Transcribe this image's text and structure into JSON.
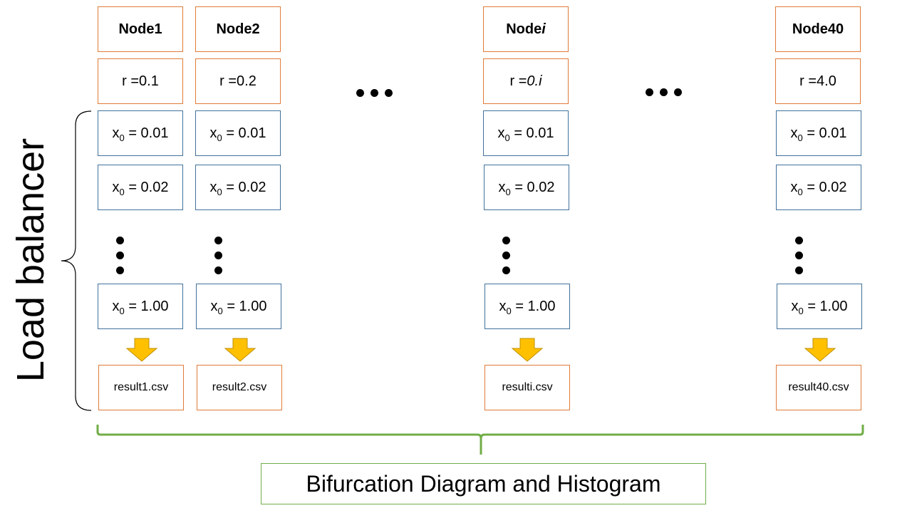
{
  "side_label": "Load balancer",
  "ellipsis_horizontal": "• • •",
  "nodes": [
    {
      "header_prefix": "Node ",
      "header_var": "1",
      "r_prefix": "r = ",
      "r_value": "0.1",
      "x0_first": "= 0.01",
      "x0_second": "= 0.02",
      "x0_last": "= 1.00",
      "result_file": "result1.csv"
    },
    {
      "header_prefix": "Node ",
      "header_var": "2",
      "r_prefix": "r = ",
      "r_value": "0.2",
      "x0_first": "= 0.01",
      "x0_second": "= 0.02",
      "x0_last": "= 1.00",
      "result_file": "result2.csv"
    },
    {
      "header_prefix": "Node ",
      "header_var": "i",
      "r_prefix": "r = ",
      "r_value": "0.i",
      "x0_first": "= 0.01",
      "x0_second": "= 0.02",
      "x0_last": "= 1.00",
      "result_file": "resulti.csv"
    },
    {
      "header_prefix": "Node ",
      "header_var": "40",
      "r_prefix": "r = ",
      "r_value": "4.0",
      "x0_first": "= 0.01",
      "x0_second": "= 0.02",
      "x0_last": "= 1.00",
      "result_file": "result40.csv"
    }
  ],
  "x0_symbol": "x",
  "x0_subscript": "0",
  "output_label": "Bifurcation Diagram and Histogram",
  "colors": {
    "node_border": "#E07B39",
    "input_border": "#41719C",
    "arrow_fill": "#FFC000",
    "arrow_stroke": "#BF9000",
    "brace_green": "#70AD47"
  }
}
